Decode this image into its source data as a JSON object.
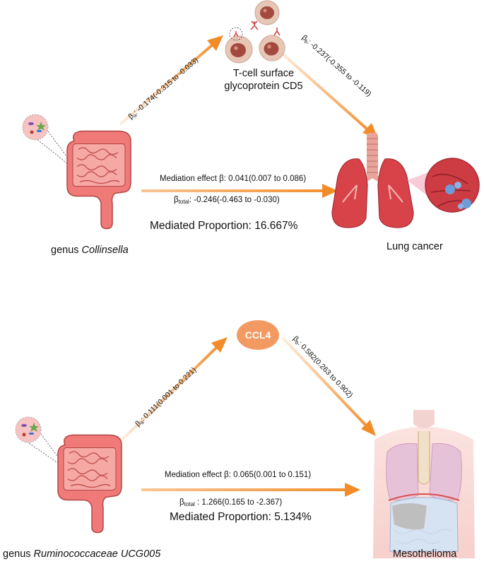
{
  "colors": {
    "arrow": "#f28c28",
    "intestine_outer": "#f07a78",
    "intestine_inner": "#f6a8a4",
    "lung": "#d8434a",
    "ccl4_fill": "#f39a62"
  },
  "panel1": {
    "exposure_prefix": "genus ",
    "exposure_taxon": "Collinsella",
    "mediator_line1": "T-cell surface",
    "mediator_line2": "glycoprotein CD5",
    "outcome": "Lung cancer",
    "beta_a_sym": "β",
    "beta_a_sub": "a",
    "beta_a_val": ": -0.174(-0.315 to -0.033)",
    "beta_b_sym": "β",
    "beta_b_sub": "b",
    "beta_b_val": ": -0.237(-0.355 to -0.119)",
    "mediation_effect": "Mediation effect β: 0.041(0.007 to 0.086)",
    "total_sym": "β",
    "total_sub": "total",
    "total_val": ": -0.246(-0.463 to -0.030)",
    "proportion": "Mediated Proportion: 16.667%"
  },
  "panel2": {
    "exposure_prefix": "genus ",
    "exposure_taxon": "Ruminococcaceae UCG005",
    "mediator": "CCL4",
    "outcome": "Mesothelioma",
    "beta_a_sym": "β",
    "beta_a_sub": "a",
    "beta_a_val": ": 0.111(0.001 to 0.221)",
    "beta_b_sym": "β",
    "beta_b_sub": "b",
    "beta_b_val": ": 0.582(0.263 to 0.902)",
    "mediation_effect": "Mediation effect β: 0.065(0.001 to 0.151)",
    "total_sym": "β",
    "total_sub": "total",
    "total_val": " : 1.266(0.165 to -2.367)",
    "proportion": "Mediated Proportion: 5.134%"
  }
}
